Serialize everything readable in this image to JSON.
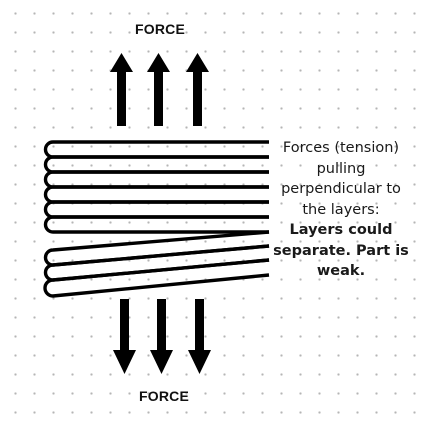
{
  "diagram": {
    "force_top_label": "FORCE",
    "force_bottom_label": "FORCE",
    "caption": {
      "normal_lines": [
        "Forces (tension)",
        "pulling",
        "perpendicular to",
        "the layers:"
      ],
      "bold_lines": [
        "Layers could",
        "separate. Part is",
        "weak."
      ]
    },
    "colors": {
      "ink": "#000000",
      "background": "#ffffff",
      "grid_dots": "#b5b5b5"
    },
    "icons": {
      "arrow_up": "arrow-up-icon",
      "arrow_down": "arrow-down-icon"
    }
  }
}
